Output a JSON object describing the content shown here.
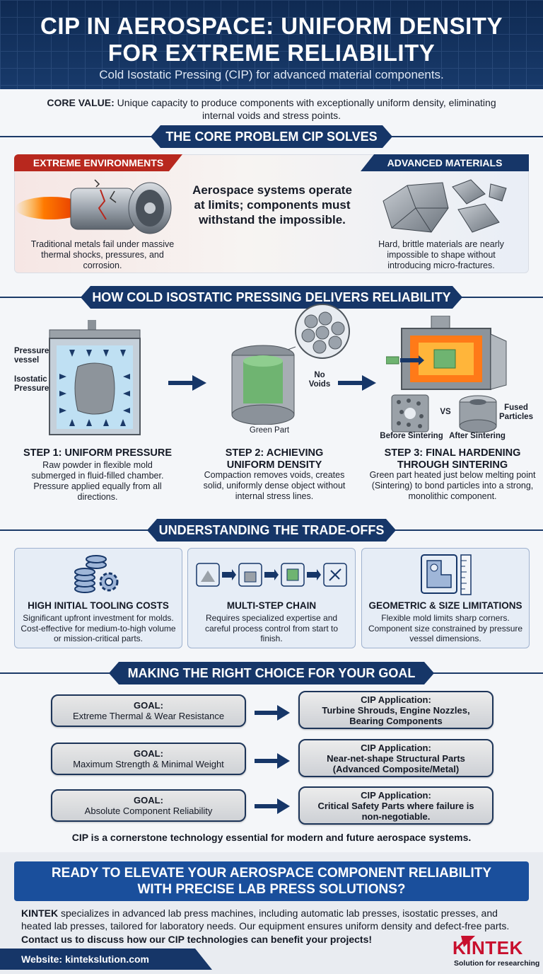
{
  "header": {
    "title_line1": "CIP IN AEROSPACE: UNIFORM DENSITY",
    "title_line2": "FOR EXTREME RELIABILITY",
    "subtitle": "Cold Isostatic Pressing (CIP) for advanced material components."
  },
  "core_value": {
    "label": "CORE VALUE:",
    "text": " Unique capacity to produce components with exceptionally uniform density, eliminating internal voids and stress points."
  },
  "problem": {
    "heading": "THE CORE PROBLEM CIP SOLVES",
    "left_tag": "EXTREME ENVIRONMENTS",
    "left_caption": "Traditional metals fail under massive thermal shocks, pressures, and corrosion.",
    "center_statement": "Aerospace systems operate at limits; components must withstand the impossible.",
    "right_tag": "ADVANCED MATERIALS",
    "right_caption": "Hard, brittle materials are nearly impossible to shape without introducing micro-fractures."
  },
  "process": {
    "heading": "HOW COLD ISOSTATIC PRESSING DELIVERS RELIABILITY",
    "labels": {
      "pressure_vessel": "Pressure vessel",
      "isostatic_pressure": "Isostatic Pressure",
      "no_voids": "No Voids",
      "green_part": "Green Part",
      "vs": "VS",
      "fused_particles": "Fused Particles",
      "before_sintering": "Before Sintering",
      "after_sintering": "After Sintering"
    },
    "steps": [
      {
        "title": "STEP 1: UNIFORM PRESSURE",
        "desc": "Raw powder in flexible mold submerged in fluid-filled chamber. Pressure applied equally from all directions."
      },
      {
        "title": "STEP 2: ACHIEVING UNIFORM DENSITY",
        "desc": "Compaction removes voids, creates solid, uniformly dense object without internal stress lines."
      },
      {
        "title": "STEP 3: FINAL HARDENING THROUGH SINTERING",
        "desc": "Green part heated just below melting point (Sintering) to bond particles into a strong, monolithic component."
      }
    ]
  },
  "tradeoffs": {
    "heading": "UNDERSTANDING THE TRADE-OFFS",
    "cards": [
      {
        "title": "HIGH INITIAL TOOLING COSTS",
        "desc": "Significant upfront investment for molds. Cost-effective for medium-to-high volume or mission-critical parts.",
        "icon": "coins-gear-icon"
      },
      {
        "title": "MULTI-STEP CHAIN",
        "desc": "Requires specialized expertise and careful process control from start to finish.",
        "icon": "process-chain-icon"
      },
      {
        "title": "GEOMETRIC & SIZE LIMITATIONS",
        "desc": "Flexible mold limits sharp corners. Component size constrained by pressure vessel dimensions.",
        "icon": "ruler-part-icon"
      }
    ]
  },
  "choices": {
    "heading": "MAKING THE RIGHT CHOICE FOR YOUR GOAL",
    "rows": [
      {
        "goal_label": "GOAL:",
        "goal": "Extreme Thermal & Wear Resistance",
        "app_label": "CIP Application:",
        "app": "Turbine Shrouds, Engine Nozzles, Bearing Components"
      },
      {
        "goal_label": "GOAL:",
        "goal": "Maximum Strength & Minimal Weight",
        "app_label": "CIP Application:",
        "app": "Near-net-shape Structural Parts (Advanced Composite/Metal)"
      },
      {
        "goal_label": "GOAL:",
        "goal": "Absolute Component Reliability",
        "app_label": "CIP Application:",
        "app": "Critical Safety Parts where failure is non-negotiable."
      }
    ],
    "closing": "CIP is a cornerstone technology essential for modern and future aerospace systems."
  },
  "cta": {
    "line1": "READY TO ELEVATE YOUR AEROSPACE COMPONENT RELIABILITY",
    "line2": "WITH PRECISE LAB PRESS SOLUTIONS?",
    "brand": "KINTEK",
    "text": " specializes in advanced lab press machines, including automatic lab presses, isostatic presses, and heated lab presses, tailored for laboratory needs. Our equipment ensures uniform density and defect-free parts.",
    "contact": "Contact us to discuss how our CIP technologies can benefit your projects!",
    "website": "Website: kintekslution.com",
    "logo": "KINTEK",
    "logo_tagline": "Solution for researching"
  },
  "colors": {
    "navy": "#163668",
    "red": "#b8281e",
    "cta_blue": "#1a4f9c",
    "brand_red": "#c8102e"
  }
}
